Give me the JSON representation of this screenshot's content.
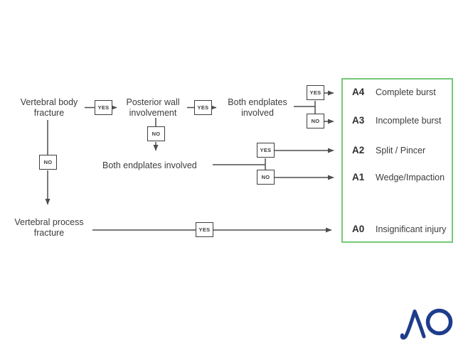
{
  "nodes": {
    "vertebral_body_fracture": "Vertebral body fracture",
    "posterior_wall_involvement": "Posterior wall involvement",
    "both_endplates_involved_1": "Both endplates involved",
    "both_endplates_involved_2": "Both endplates involved",
    "vertebral_process_fracture": "Vertebral process fracture"
  },
  "decision_labels": {
    "yes": "YES",
    "no": "NO"
  },
  "classification_panel": {
    "border_color": "#74c978",
    "items": [
      {
        "code": "A4",
        "label": "Complete burst"
      },
      {
        "code": "A3",
        "label": "Incomplete burst"
      },
      {
        "code": "A2",
        "label": "Split / Pincer"
      },
      {
        "code": "A1",
        "label": "Wedge/Impaction"
      },
      {
        "code": "A0",
        "label": "Insignificant injury"
      }
    ]
  },
  "logo": {
    "text": "AO",
    "color": "#1e3c8c"
  },
  "colors": {
    "line": "#4d4d4d",
    "text": "#3c3c3c"
  }
}
